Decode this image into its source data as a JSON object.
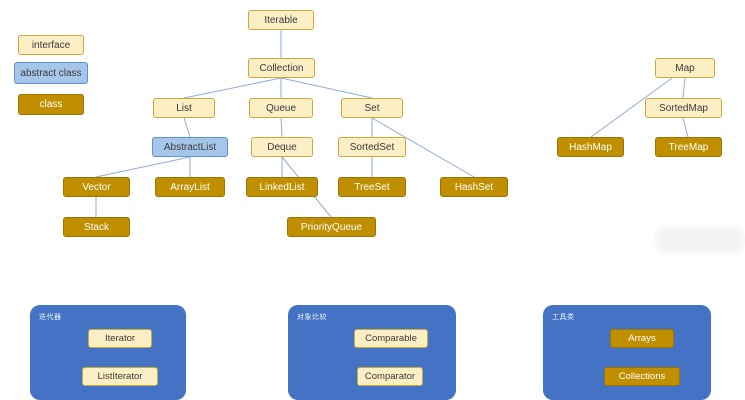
{
  "legend": {
    "interface": "interface",
    "abstract_class": "abstract class",
    "class": "class"
  },
  "nodes": {
    "iterable": "Iterable",
    "collection": "Collection",
    "list": "List",
    "queue": "Queue",
    "set": "Set",
    "abstractlist": "AbstractList",
    "deque": "Deque",
    "sortedset": "SortedSet",
    "vector": "Vector",
    "arraylist": "ArrayList",
    "linkedlist": "LinkedList",
    "treeset": "TreeSet",
    "hashset": "HashSet",
    "stack": "Stack",
    "priorityqueue": "PriorityQueue",
    "map": "Map",
    "sortedmap": "SortedMap",
    "hashmap": "HashMap",
    "treemap": "TreeMap"
  },
  "groups": [
    {
      "title": "迭代器",
      "items": [
        "Iterator",
        "ListIterator"
      ]
    },
    {
      "title": "对象比较",
      "items": [
        "Comparable",
        "Comparator"
      ]
    },
    {
      "title": "工具类",
      "items": [
        "Arrays",
        "Collections"
      ]
    }
  ],
  "colors": {
    "interface_bg": "#FCEFC5",
    "interface_border": "#CDA937",
    "abstract_bg": "#A5C6E9",
    "abstract_border": "#5E93CF",
    "class_bg": "#BF8F00",
    "class_border": "#9C7500",
    "group_bg": "#4472C4",
    "edge": "#92ABD8"
  }
}
